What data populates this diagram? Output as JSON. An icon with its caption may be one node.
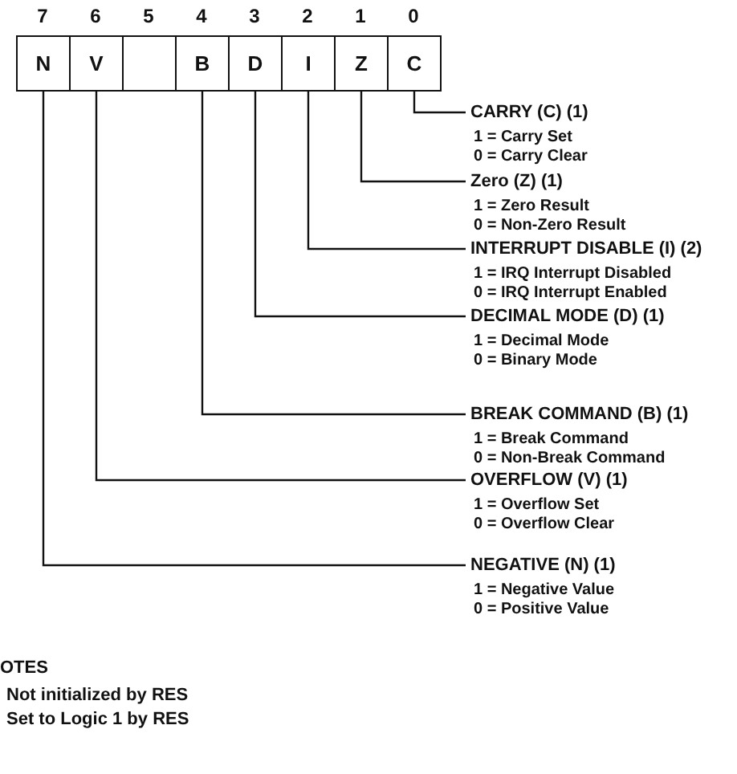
{
  "diagram": {
    "nodes": [
      {
        "text": [
          "N"
        ],
        "beside": [
          "7"
        ]
      },
      {
        "text": [
          "V"
        ],
        "beside": [
          "6"
        ]
      },
      {
        "text": [],
        "shape": "box",
        "beside": [
          "5"
        ]
      },
      {
        "text": [
          "B"
        ],
        "beside": [
          "4"
        ]
      },
      {
        "text": [
          "D"
        ],
        "beside": [
          "3"
        ]
      },
      {
        "text": [
          "I"
        ],
        "beside": [
          "2"
        ]
      },
      {
        "text": [
          "Z"
        ],
        "beside": [
          "1"
        ]
      },
      {
        "text": [
          "C"
        ],
        "beside": [
          "0"
        ]
      },
      {
        "text": [
          "CARRY (C) (1)",
          "1 = Carry Set",
          "0 = Carry Clear"
        ]
      },
      {
        "text": [
          "Zero (Z) (1)",
          "1 = Zero Result",
          "0 = Non-Zero Result"
        ]
      },
      {
        "text": [
          "INTERRUPT DISABLE (I) (2)",
          "1 = IRQ Interrupt Disabled",
          "0 = IRQ Interrupt Enabled"
        ]
      },
      {
        "text": [
          "DECIMAL MODE (D) (1)",
          "1 = Decimal Mode",
          "0 = Binary Mode"
        ]
      },
      {
        "text": [
          "BREAK COMMAND (B) (1)",
          "1 = Break Command",
          "0 = Non-Break Command"
        ]
      },
      {
        "text": [
          "OVERFLOW (V) (1)",
          "1 = Overflow Set",
          "0 = Overflow Clear"
        ]
      },
      {
        "text": [
          "NEGATIVE (N) (1)",
          "1 = Negative Value",
          "0 = Positive Value"
        ]
      }
    ],
    "edges": [
      {
        "from": 7,
        "to": 8,
        "arrow": "none"
      },
      {
        "from": 6,
        "to": 9,
        "arrow": "none"
      },
      {
        "from": 5,
        "to": 10,
        "arrow": "none"
      },
      {
        "from": 4,
        "to": 11,
        "arrow": "none"
      },
      {
        "from": 3,
        "to": 12,
        "arrow": "none"
      },
      {
        "from": 1,
        "to": 13,
        "arrow": "none"
      },
      {
        "from": 0,
        "to": 14,
        "arrow": "none"
      }
    ],
    "labels": [
      "OTES",
      "Not initialized by RES",
      "Set to Logic 1 by RES"
    ]
  }
}
